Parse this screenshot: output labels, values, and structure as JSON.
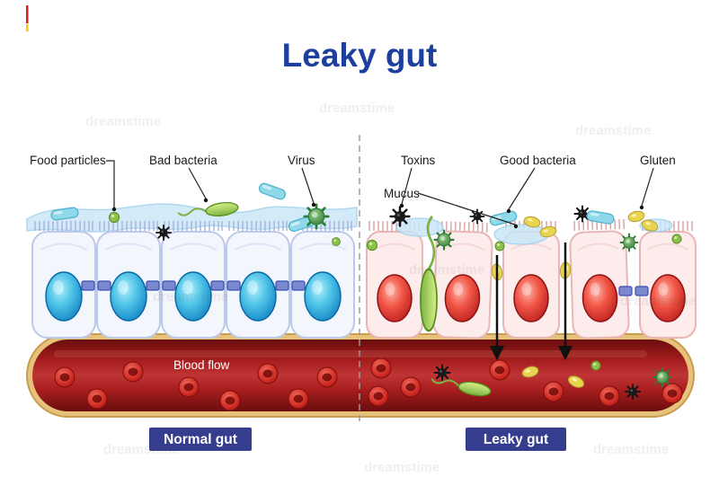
{
  "title": "Leaky gut",
  "labels": {
    "food_particles": "Food particles",
    "bad_bacteria": "Bad bacteria",
    "virus": "Virus",
    "toxins": "Toxins",
    "good_bacteria": "Good bacteria",
    "mucus": "Mucus",
    "gluten": "Gluten"
  },
  "vessel": {
    "blood_flow": "Blood flow"
  },
  "captions": {
    "normal": "Normal gut",
    "leaky": "Leaky gut"
  },
  "watermark": "dreamstime",
  "colors": {
    "title": "#1d3f9e",
    "caption_bg": "#353d8f",
    "vessel_border": "#e7c27a",
    "blood_mid": "#a81e1e",
    "normal_nucleus": "#0d7fc0",
    "leaky_nucleus": "#d32f2f",
    "mucus": "#c9e7f8",
    "virus_green": "#43a047",
    "toxin_black": "#111111",
    "capsule_blue": "#8fd9ea",
    "gluten_yellow": "#e8d44f"
  }
}
